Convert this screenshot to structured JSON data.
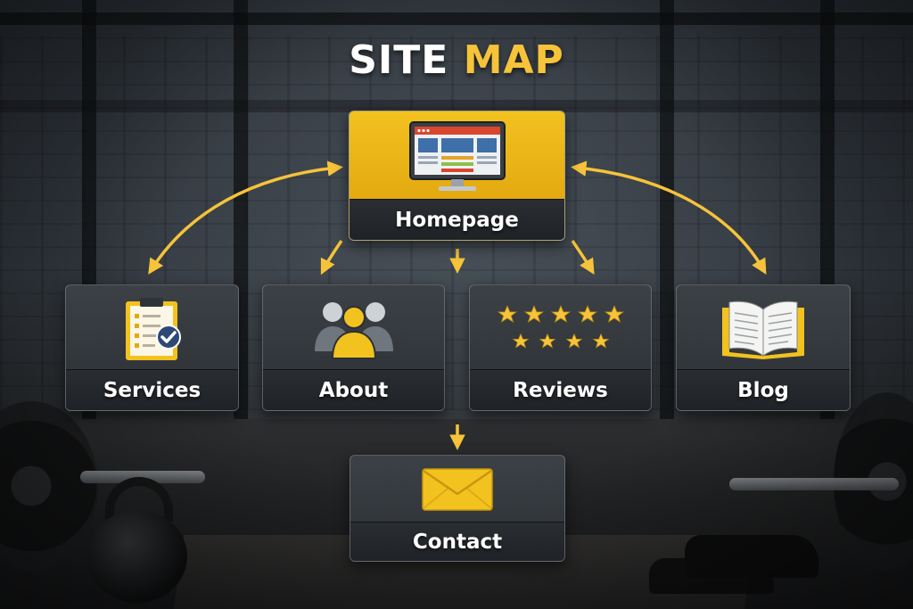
{
  "title": {
    "part1": "SITE",
    "part2": "MAP"
  },
  "colors": {
    "accent": "#f6c33a",
    "card": "#33383d",
    "label_bar": "#202327",
    "text": "#ffffff"
  },
  "nodes": {
    "homepage": {
      "label": "Homepage",
      "icon": "monitor-webpage-icon"
    },
    "services": {
      "label": "Services",
      "icon": "clipboard-checklist-icon"
    },
    "about": {
      "label": "About",
      "icon": "people-group-icon"
    },
    "reviews": {
      "label": "Reviews",
      "icon": "five-stars-icon"
    },
    "blog": {
      "label": "Blog",
      "icon": "open-book-icon"
    },
    "contact": {
      "label": "Contact",
      "icon": "envelope-icon"
    }
  },
  "edges": [
    {
      "from": "homepage",
      "to": "services",
      "bidirectional": true
    },
    {
      "from": "homepage",
      "to": "about",
      "bidirectional": false
    },
    {
      "from": "homepage",
      "to": "reviews",
      "bidirectional": false
    },
    {
      "from": "homepage",
      "to": "blog",
      "bidirectional": true
    },
    {
      "from": "homepage",
      "to": "contact",
      "bidirectional": false
    }
  ]
}
